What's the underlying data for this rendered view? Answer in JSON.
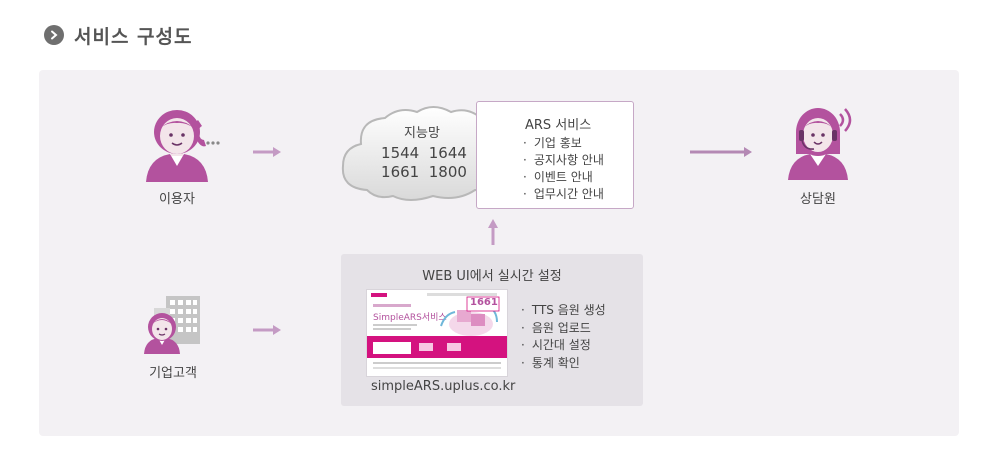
{
  "header": {
    "title": "서비스 구성도"
  },
  "nodes": {
    "user": {
      "label": "이용자"
    },
    "enterprise": {
      "label": "기업고객"
    },
    "agent": {
      "label": "상담원"
    }
  },
  "cloud": {
    "title": "지능망",
    "numbers_line1": "1544  1644",
    "numbers_line2": "1661  1800"
  },
  "ars": {
    "title": "ARS 서비스",
    "items": [
      "기업 홍보",
      "공지사항 안내",
      "이벤트 안내",
      "업무시간 안내"
    ]
  },
  "web": {
    "title": "WEB UI에서 실시간 설정",
    "items": [
      "TTS 음원 생성",
      "음원 업로드",
      "시간대 설정",
      "통계 확인"
    ],
    "url": "simpleARS.uplus.co.kr",
    "screenshot": {
      "brand": "SimpleARS",
      "brand_suffix": "서비스",
      "number": "1661"
    }
  },
  "colors": {
    "accent": "#b3529e",
    "arrow": "#c49bc4",
    "arrow_dark": "#b489b4",
    "panel": "#f3f1f4",
    "web_panel": "#e5e2e7",
    "magenta": "#d4127f"
  },
  "icons": {
    "title_bullet": "chevron-right-icon",
    "user": "person-phone-icon",
    "enterprise": "building-person-icon",
    "agent": "headset-person-icon",
    "cloud": "cloud-icon"
  }
}
